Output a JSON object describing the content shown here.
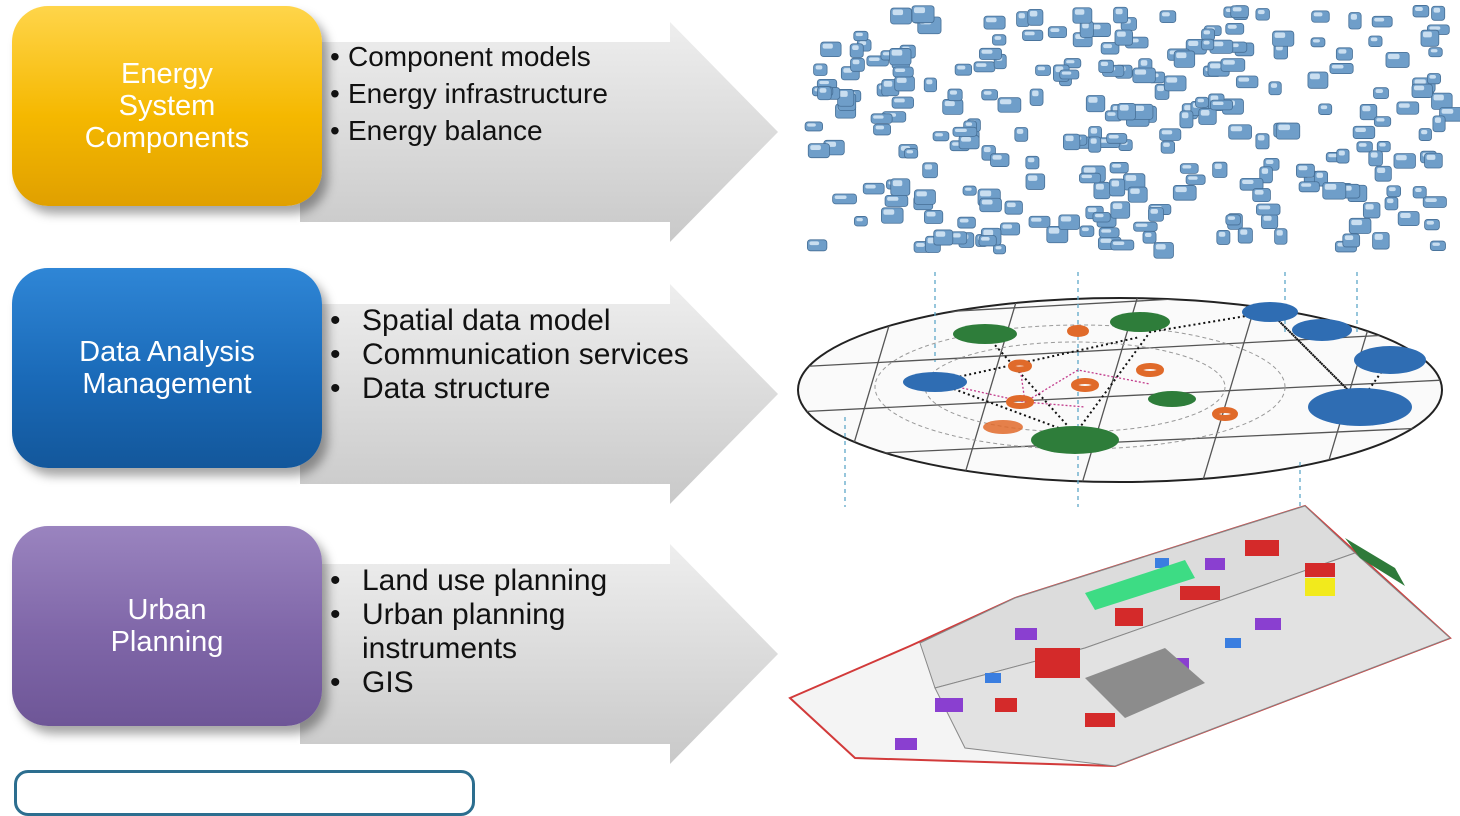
{
  "rows": [
    {
      "box_lines": [
        "Energy",
        "System",
        "Components"
      ],
      "bullets": [
        "Component models",
        "Energy infrastructure",
        "Energy balance"
      ]
    },
    {
      "box_lines": [
        "Data Analysis",
        "Management"
      ],
      "bullets": [
        "Spatial data model",
        "Communication services",
        "Data structure"
      ]
    },
    {
      "box_lines": [
        "Urban",
        "Planning"
      ],
      "bullets": [
        "Land use planning",
        "Urban planning instruments",
        "GIS"
      ]
    }
  ],
  "colors": {
    "energy_box": "#f5b800",
    "data_box": "#1a6ab8",
    "planning_box": "#7f66a8",
    "arrow": "#d9d9d9",
    "footer_frame": "#2c6e8f"
  },
  "icons": {
    "row1": "building-cluster-icon",
    "row2": "spatial-network-icon",
    "row3": "urban-map-icon"
  }
}
